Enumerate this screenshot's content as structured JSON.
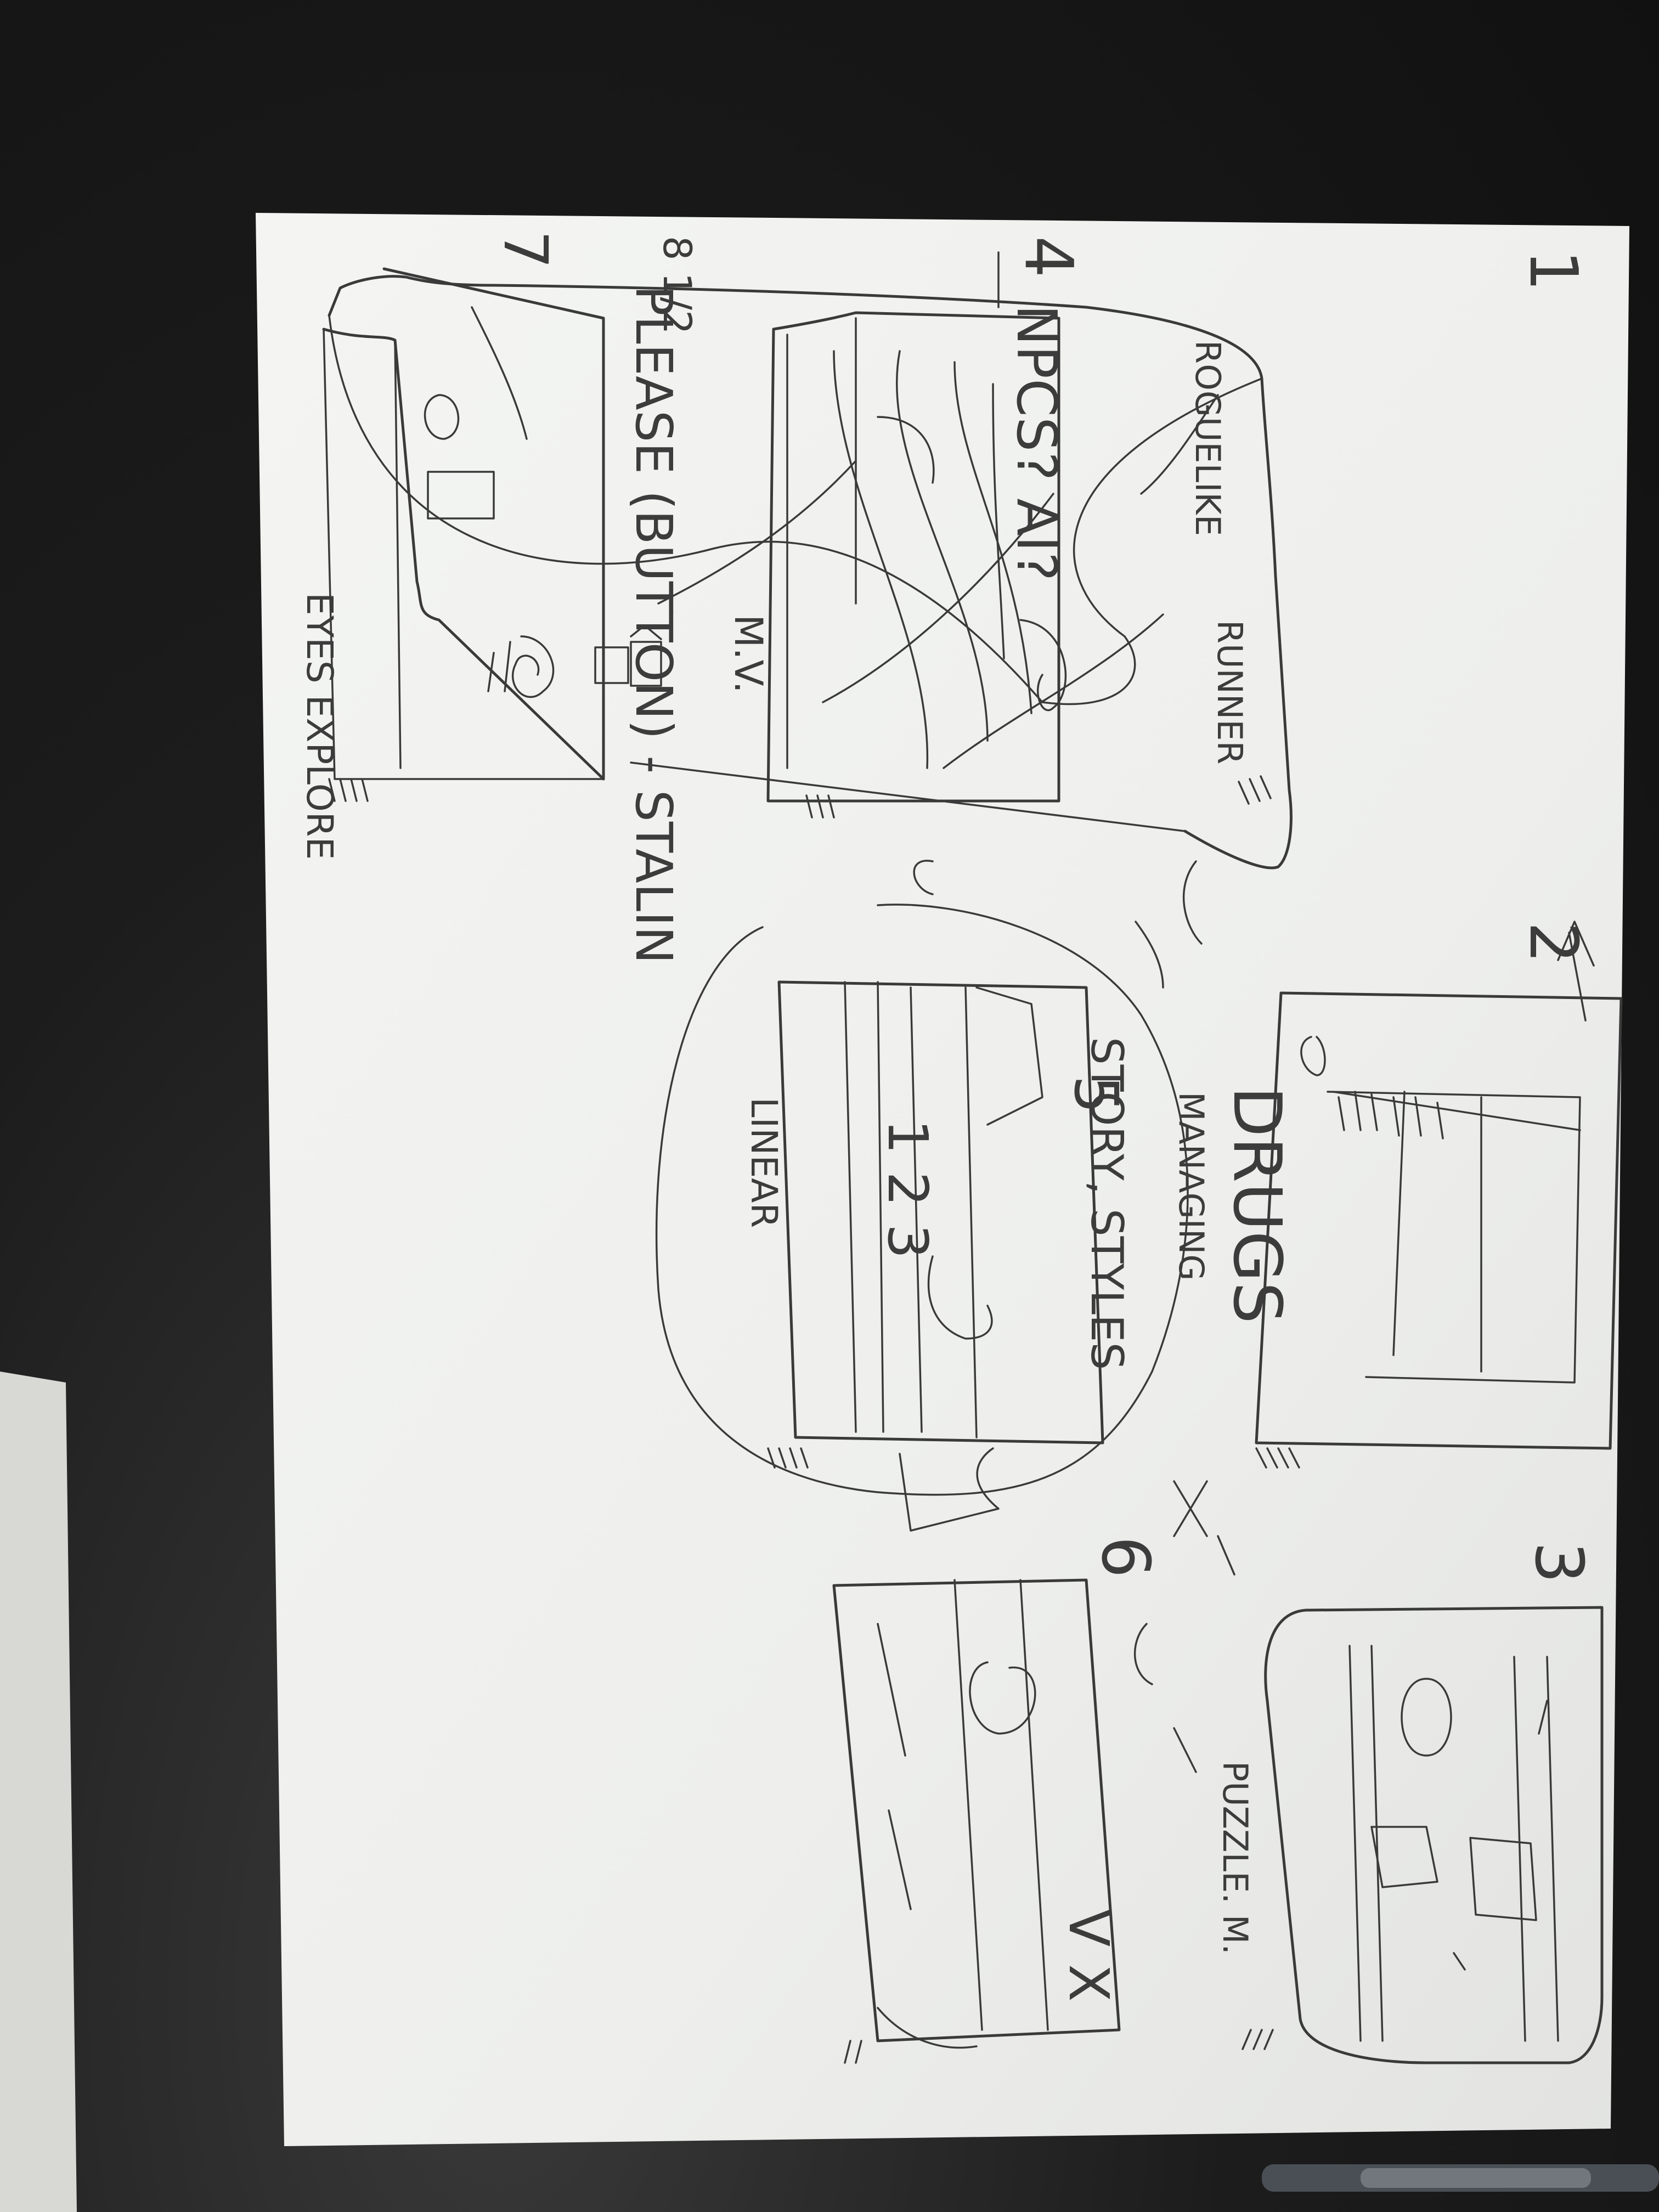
{
  "labels": {
    "n1": "1",
    "n2": "2",
    "n3": "3",
    "n4": "4",
    "n5": "5",
    "n6": "6",
    "n7": "7",
    "n8": "8 1/2",
    "roguelike": "ROGUELIKE",
    "runner": "RUNNER",
    "npcs": "NPCS? AI?",
    "mv": "M.V.",
    "please": "PLEASE (BUTTON) - STALIN",
    "eyes": "EYES EXPLORE",
    "drugs": "DRUGS",
    "managing": "MANAGING",
    "story": "STORY, STYLES",
    "linear": "LINEAR",
    "puzzle": "PUZZLE. M.",
    "vx": "V X",
    "seq": "1 2 3"
  },
  "colors": {
    "paper": "#f2f3f1",
    "ink": "#3a3a3a",
    "table": "#1c1c1c"
  }
}
